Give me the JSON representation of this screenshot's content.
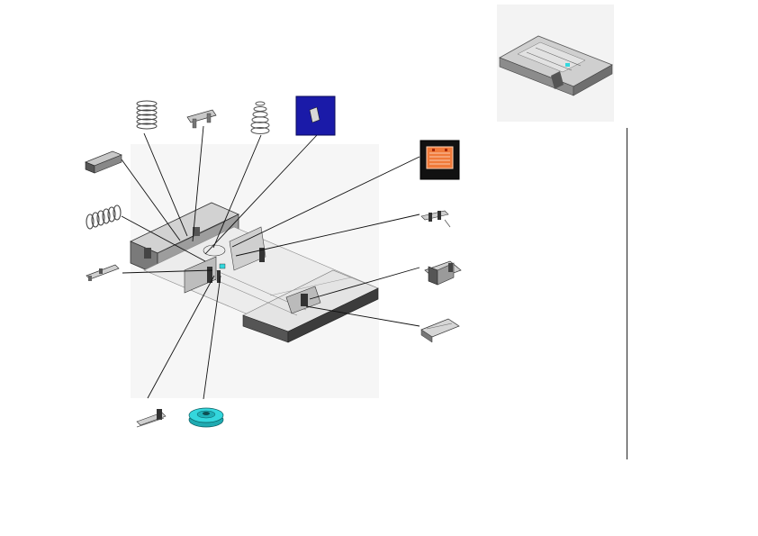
{
  "diagram": {
    "colors": {
      "background": "#ffffff",
      "panel": "#f5f5f5",
      "line": "#111111",
      "part_gray": "#9a9a9a",
      "part_dark": "#3c3c3c",
      "highlight_blue": "#1a1aa8",
      "highlight_orange": "#f07a3a",
      "highlight_cyan": "#34d7dd"
    },
    "parts": [
      {
        "id": "spring-small-a",
        "icon": "compression-spring-icon"
      },
      {
        "id": "bracket-clip",
        "icon": "bracket-icon"
      },
      {
        "id": "spring-small-b",
        "icon": "conical-spring-icon"
      },
      {
        "id": "pad-blue",
        "icon": "friction-pad-icon"
      },
      {
        "id": "lever-arm",
        "icon": "lever-icon"
      },
      {
        "id": "spring-large",
        "icon": "extension-spring-icon"
      },
      {
        "id": "link-plate",
        "icon": "link-plate-icon"
      },
      {
        "id": "label-orange",
        "icon": "paper-size-label-icon"
      },
      {
        "id": "side-guide-small",
        "icon": "side-guide-icon"
      },
      {
        "id": "end-guide",
        "icon": "end-guide-icon"
      },
      {
        "id": "guide-plate",
        "icon": "guide-plate-icon"
      },
      {
        "id": "actuator",
        "icon": "actuator-icon"
      },
      {
        "id": "gear-cyan",
        "icon": "gear-icon"
      }
    ]
  }
}
